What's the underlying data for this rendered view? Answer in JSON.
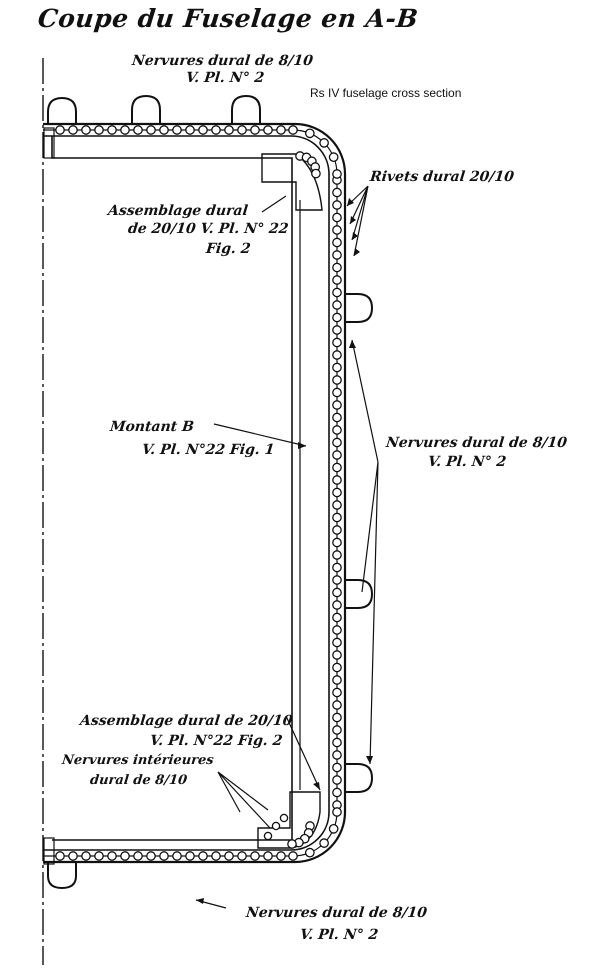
{
  "title": "Coupe du Fuselage en A-B",
  "caption": "Rs IV fuselage cross section",
  "labels": {
    "top_ribs_line1": "Nervures dural de 8/10",
    "top_ribs_line2": "V. Pl. N° 2",
    "rivets": "Rivets dural 20/10",
    "upper_joint_line1": "Assemblage dural",
    "upper_joint_line2": "de 20/10  V. Pl. N° 22",
    "upper_joint_line3": "Fig. 2",
    "upright_line1": "Montant  B",
    "upright_line2": "V. Pl. N°22 Fig. 1",
    "side_ribs_line1": "Nervures dural de 8/10",
    "side_ribs_line2": "V. Pl. N° 2",
    "lower_joint_line1": "Assemblage dural de 20/10",
    "lower_joint_line2": "V. Pl. N°22 Fig. 2",
    "inner_ribs_line1": "Nervures intérieures",
    "inner_ribs_line2": "dural de 8/10",
    "bottom_ribs_line1": "Nervures dural de 8/10",
    "bottom_ribs_line2": "V. Pl. N° 2"
  }
}
